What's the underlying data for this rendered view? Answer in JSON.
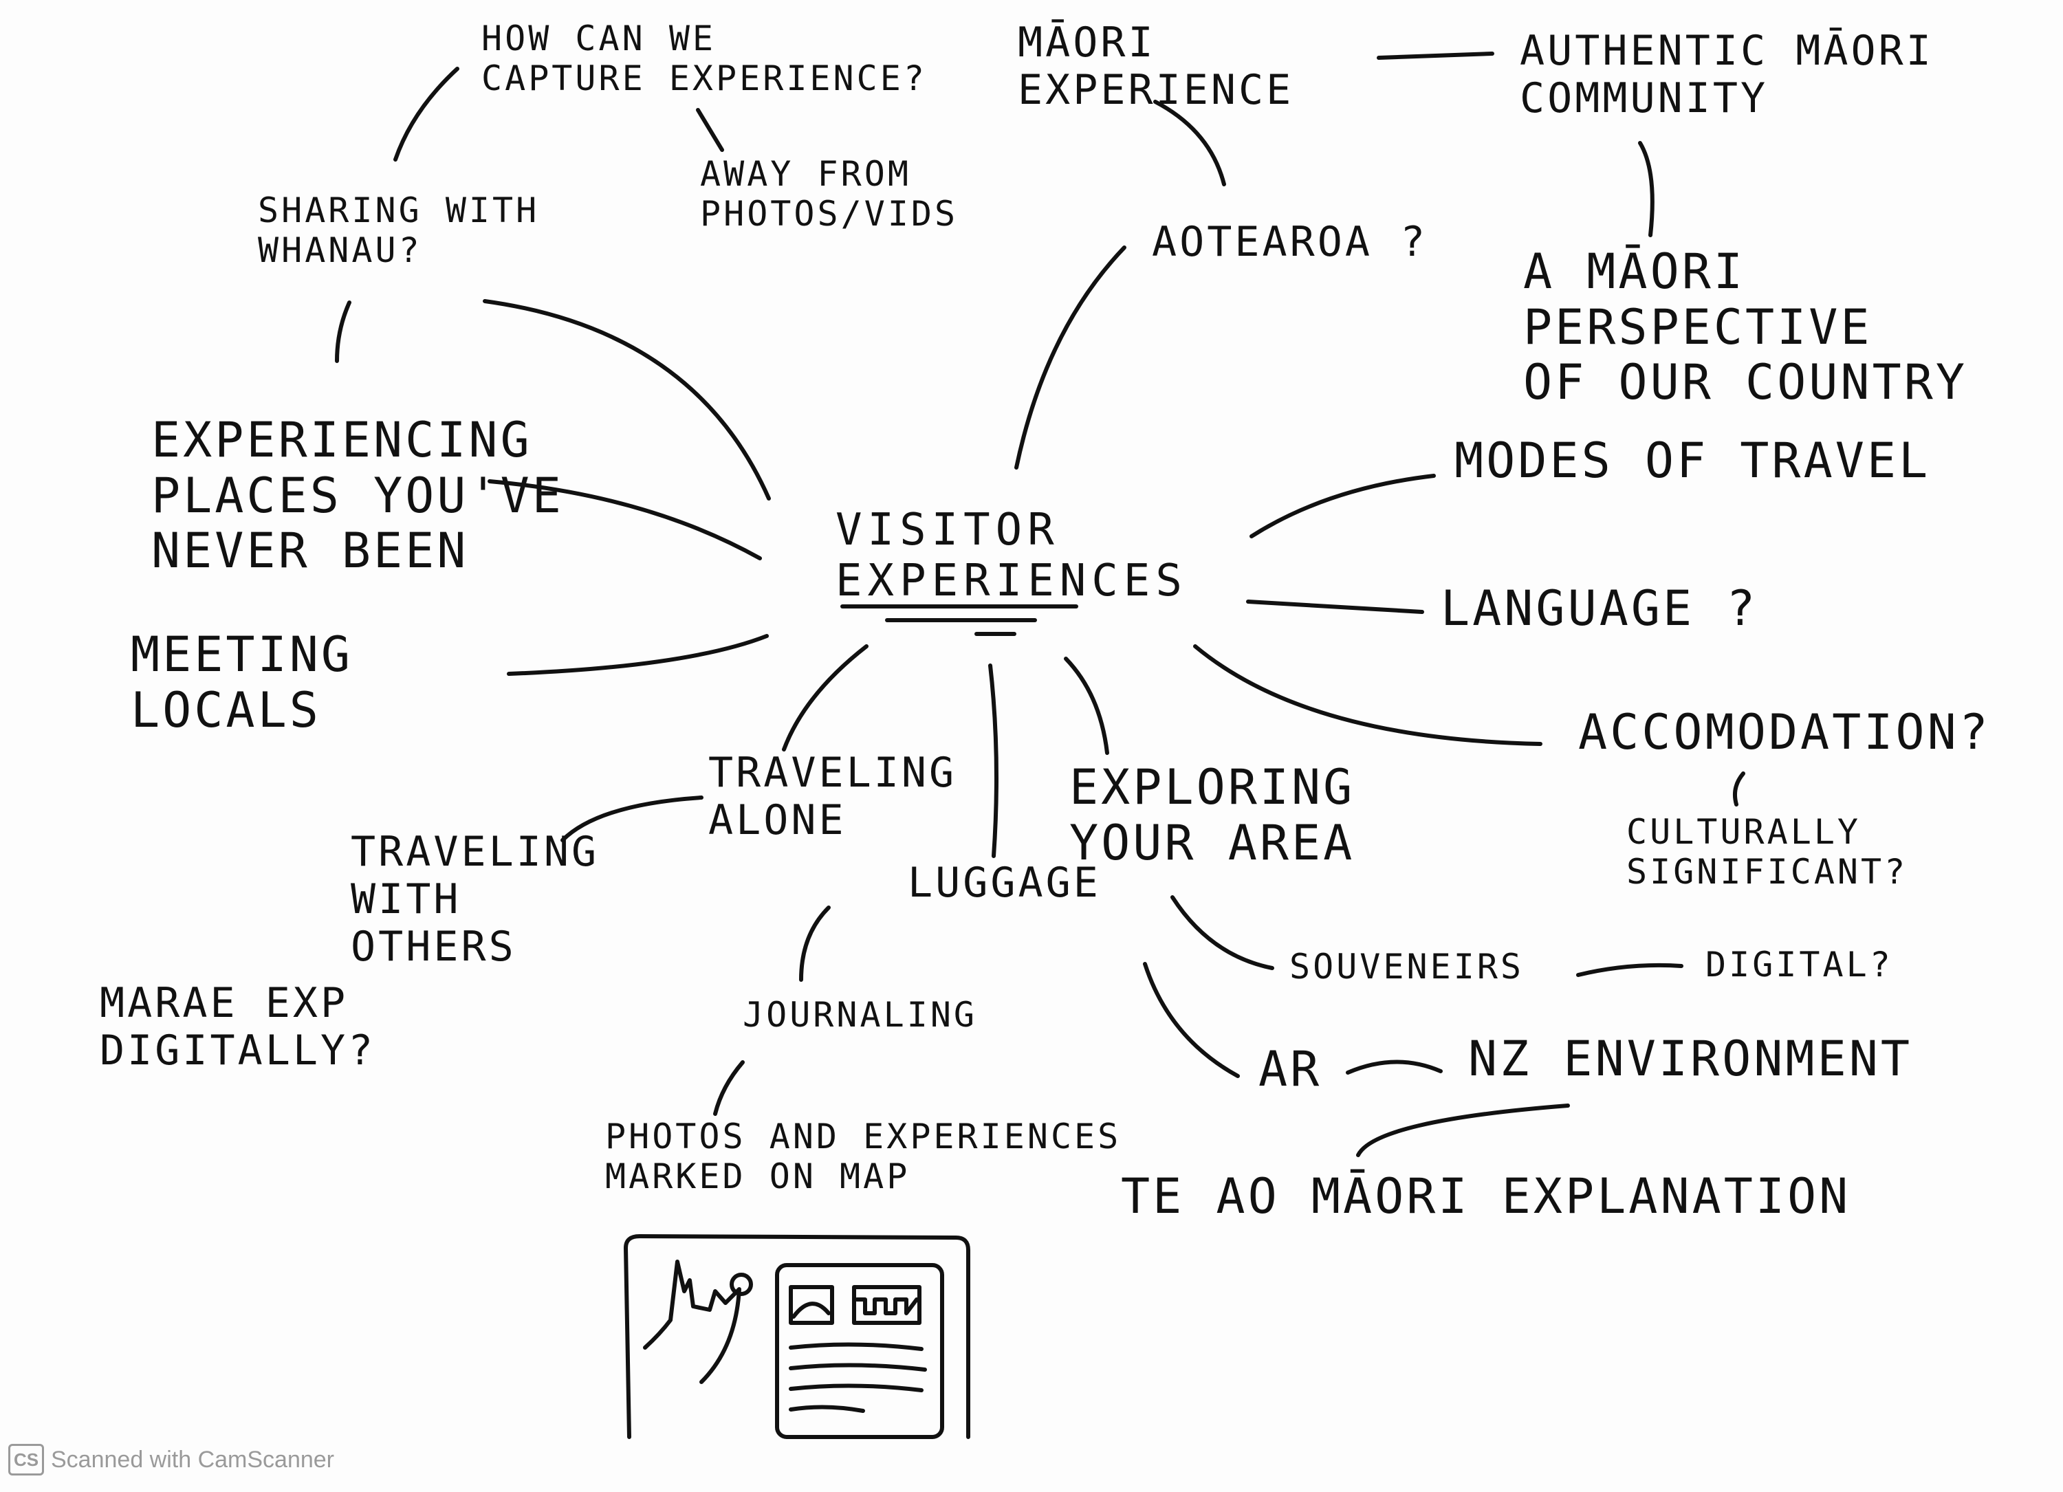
{
  "nodes": {
    "center": "VISITOR\nEXPERIENCES",
    "capture": "HOW CAN WE\nCAPTURE EXPERIENCE?",
    "away": "AWAY FROM\nPHOTOS/VIDS",
    "maori_exp": "MĀORI\nEXPERIENCE",
    "authentic": "AUTHENTIC MĀORI\nCOMMUNITY",
    "perspective": "A MĀORI PERSPECTIVE\nOF OUR COUNTRY",
    "aotearoa": "AOTEAROA ?",
    "sharing": "SHARING WITH\nWHANAU?",
    "experiencing": "EXPERIENCING\nPLACES YOU'VE\nNEVER BEEN",
    "meeting": "MEETING\nLOCALS",
    "modes": "MODES OF TRAVEL",
    "language": "LANGUAGE ?",
    "accomodation": "ACCOMODATION?",
    "culturally": "CULTURALLY\nSIGNIFICANT?",
    "traveling_alone": "TRAVELING\nALONE",
    "traveling_with": "TRAVELING\nWITH\nOTHERS",
    "luggage": "LUGGAGE",
    "exploring": "EXPLORING\nYOUR AREA",
    "souveneirs": "SOUVENEIRS",
    "digital": "DIGITAL?",
    "ar": "AR",
    "nz_env": "NZ ENVIRONMENT",
    "te_ao": "TE AO MĀORI EXPLANATION",
    "marae": "MARAE EXP\nDIGITALLY?",
    "journaling": "JOURNALING",
    "photos_map": "PHOTOS AND EXPERIENCES\nMARKED ON MAP"
  },
  "footer": {
    "logo": "CS",
    "text": "Scanned with CamScanner"
  }
}
